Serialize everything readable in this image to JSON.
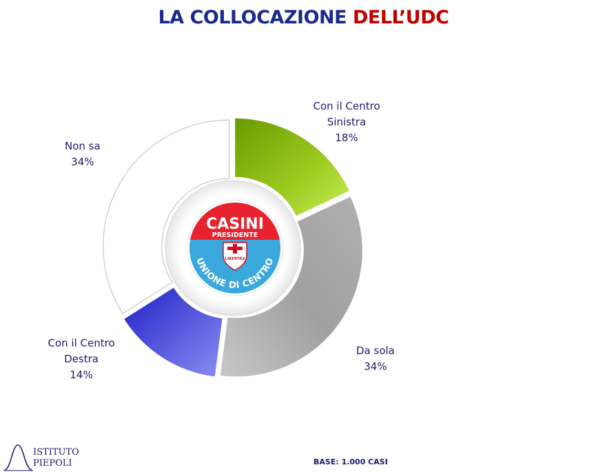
{
  "title": {
    "part1": "LA COLLOCAZIONE",
    "part2": "DELL’UDC"
  },
  "chart_data": {
    "type": "pie",
    "style": "donut",
    "title": "LA COLLOCAZIONE DELL’UDC",
    "slices": [
      {
        "label": "Con il Centro Sinistra",
        "label_lines": [
          "Con il Centro",
          "Sinistra"
        ],
        "value": 18,
        "value_label": "18%",
        "color": "#8cbf10"
      },
      {
        "label": "Da sola",
        "label_lines": [
          "Da sola"
        ],
        "value": 34,
        "value_label": "34%",
        "color": "#a8a8a8"
      },
      {
        "label": "Con il Centro Destra",
        "label_lines": [
          "Con il Centro",
          "Destra"
        ],
        "value": 14,
        "value_label": "14%",
        "color": "#4a4ae0"
      },
      {
        "label": "Non sa",
        "label_lines": [
          "Non sa"
        ],
        "value": 34,
        "value_label": "34%",
        "color": "#ffffff"
      }
    ]
  },
  "center_logo": {
    "top_text": "CASINI",
    "sub_text": "PRESIDENTE",
    "shield_text": "LIBERTAS",
    "ring_text": "UNIONE DI CENTRO"
  },
  "footer": {
    "base_text": "BASE: 1.000 CASI",
    "brand_line1": "ISTITUTO",
    "brand_line2": "PIEPOLI"
  }
}
